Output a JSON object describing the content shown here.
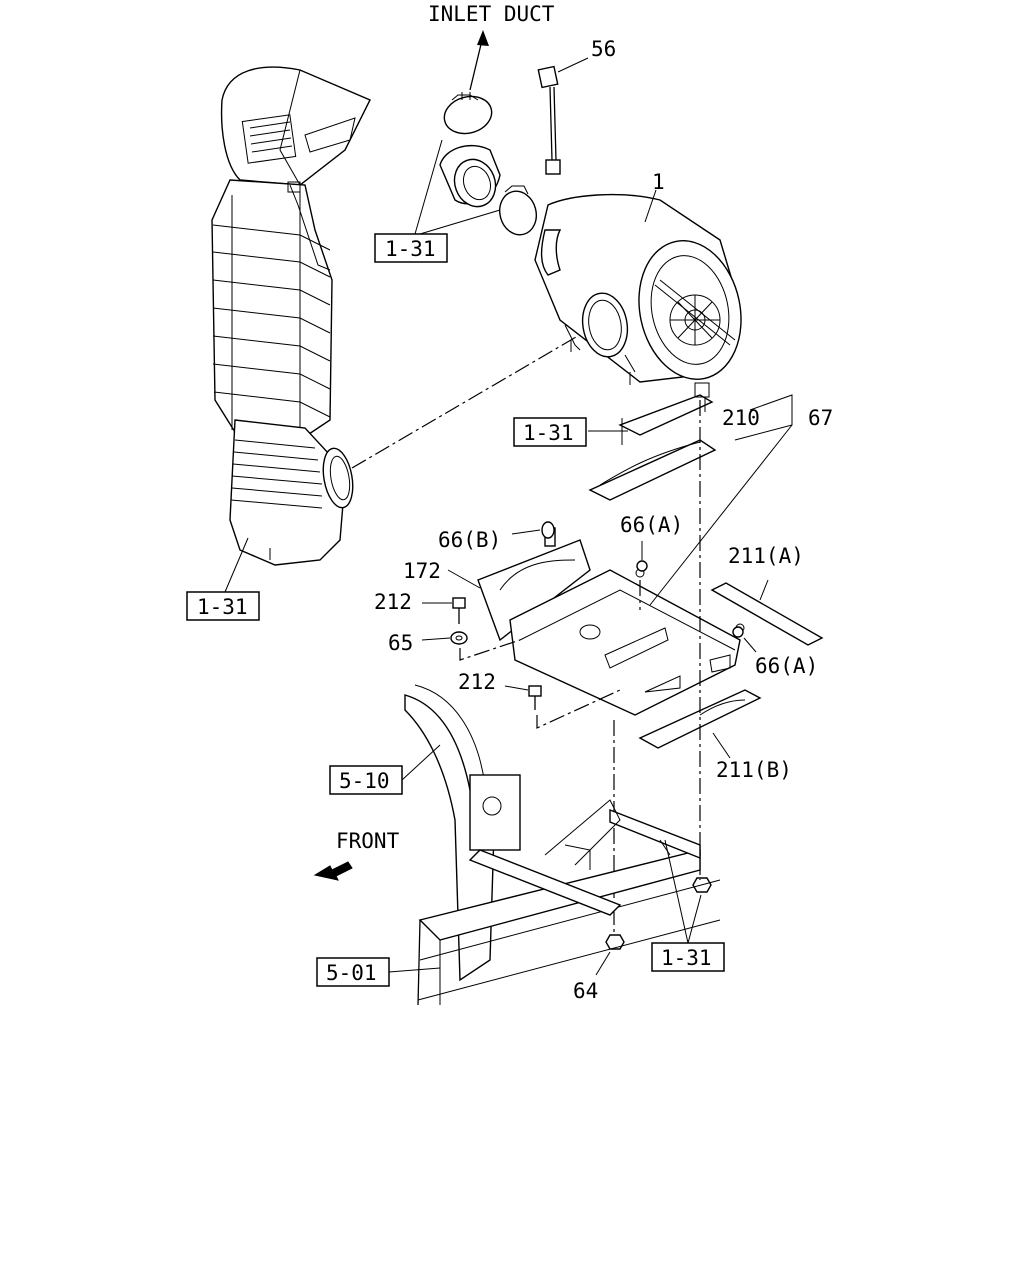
{
  "annotations": {
    "inlet_duct": "INLET DUCT",
    "front": "FRONT"
  },
  "part_numbers": {
    "p1": "1",
    "p56": "56",
    "p64": "64",
    "p65": "65",
    "p66a_top": "66(A)",
    "p66a_right": "66(A)",
    "p66b": "66(B)",
    "p67": "67",
    "p172": "172",
    "p210": "210",
    "p211a": "211(A)",
    "p211b": "211(B)",
    "p212_left": "212",
    "p212_mid": "212"
  },
  "references": {
    "ref_top": "1-31",
    "ref_bracket": "1-31",
    "ref_left": "1-31",
    "ref_bottom": "1-31",
    "ref_510": "5-10",
    "ref_501": "5-01"
  }
}
